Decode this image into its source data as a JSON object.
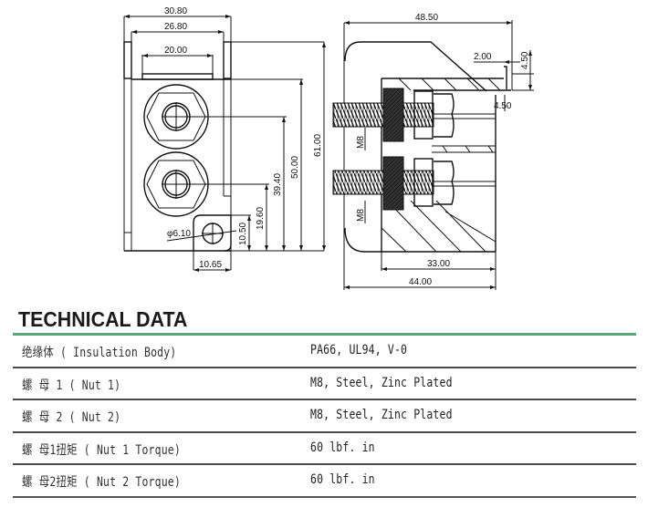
{
  "drawing": {
    "front_view": {
      "dims": {
        "overall_width": "30.80",
        "inner_width": "26.80",
        "top_width": "20.00",
        "height_total": "61.00",
        "height_body": "50.00",
        "height_stud1": "39.40",
        "height_stud2": "19.60",
        "height_hole": "10.50",
        "hole_diameter": "φ6.10",
        "tab_width": "10.65"
      }
    },
    "side_view": {
      "dims": {
        "overall_length": "48.50",
        "lip_width": "2.00",
        "lip_height": "4.50",
        "step": "4.50",
        "body_length": "33.00",
        "base_length": "44.00",
        "thread_top": "M8",
        "thread_bottom": "M8"
      }
    }
  },
  "section": {
    "title": "TECHNICAL DATA",
    "accent_color": "#5aa778"
  },
  "table": {
    "rows": [
      {
        "label": "绝缘体 ( Insulation Body)",
        "value": "PA66, UL94, V-0"
      },
      {
        "label": "螺 母 1 ( Nut 1)",
        "value": "M8, Steel, Zinc Plated"
      },
      {
        "label": "螺 母 2 ( Nut 2)",
        "value": "M8, Steel, Zinc Plated"
      },
      {
        "label": "螺 母1扭矩 ( Nut 1 Torque)",
        "value": "60 lbf. in"
      },
      {
        "label": "螺 母2扭矩 ( Nut 2 Torque)",
        "value": "60 lbf. in"
      }
    ]
  }
}
